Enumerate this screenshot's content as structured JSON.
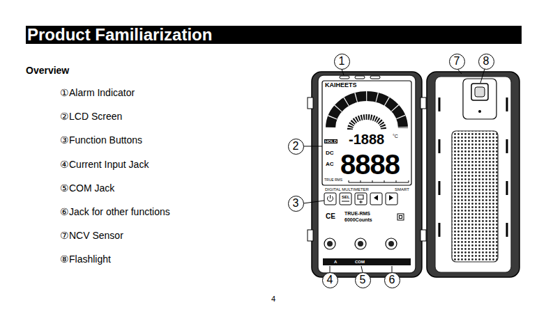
{
  "diagram": {
    "title": "Product Familiarization",
    "nodes": [
      {
        "text": [
          "1"
        ]
      },
      {
        "text": [
          "2"
        ]
      },
      {
        "text": [
          "3"
        ]
      },
      {
        "text": [
          "4"
        ]
      },
      {
        "text": [
          "5"
        ]
      },
      {
        "text": [
          "6"
        ]
      },
      {
        "text": [
          "7"
        ]
      },
      {
        "text": [
          "8"
        ]
      }
    ],
    "labels": [
      "Overview",
      "①Alarm Indicator",
      "②LCD Screen",
      "③Function Buttons",
      "④Current Input Jack",
      "⑤COM Jack",
      "⑥Jack for other functions",
      "⑦NCV Sensor",
      "⑧Flashlight",
      "4",
      "KAIHEETS",
      "HOLD",
      "-1888",
      "°C",
      "DC",
      "AC",
      "8888",
      "TRUE RMS",
      "DIGITAL MULTIMETER",
      "SMART",
      "SEL",
      "CE",
      "TRUE-RMS",
      "6000Counts",
      "A",
      "COM"
    ]
  }
}
